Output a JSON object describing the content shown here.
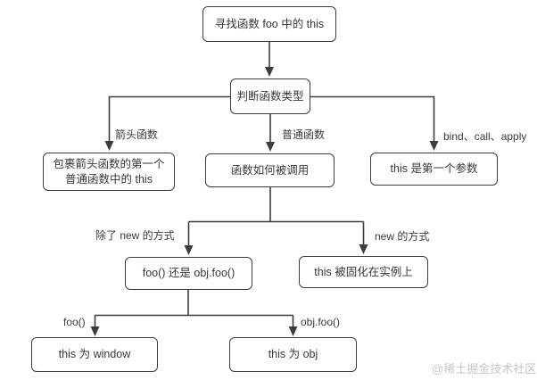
{
  "diagram": {
    "nodes": {
      "n1": {
        "label": "寻找函数 foo 中的 this"
      },
      "n2": {
        "label": "判断函数类型"
      },
      "n3": {
        "line1": "包裹箭头函数的第一个",
        "line2": "普通函数中的 this"
      },
      "n4": {
        "label": "函数如何被调用"
      },
      "n5": {
        "label": "this 是第一个参数"
      },
      "n6": {
        "label": "foo() 还是 obj.foo()"
      },
      "n7": {
        "label": "this 被固化在实例上"
      },
      "n8": {
        "label": "this 为 window"
      },
      "n9": {
        "label": "this 为 obj"
      }
    },
    "edge_labels": {
      "arrow_function": "箭头函数",
      "normal_function": "普通函数",
      "bind_call_apply": "bind、call、apply",
      "not_new": "除了 new 的方式",
      "new_way": "new 的方式",
      "foo_call": "foo()",
      "obj_foo_call": "obj.foo()"
    },
    "colors": {
      "line": "#3d3d3d",
      "box_border": "#3d3d3d",
      "box_fill": "#ffffff",
      "text": "#383838",
      "watermark": "#c6c6c6"
    },
    "watermark": "@稀土掘金技术社区"
  }
}
